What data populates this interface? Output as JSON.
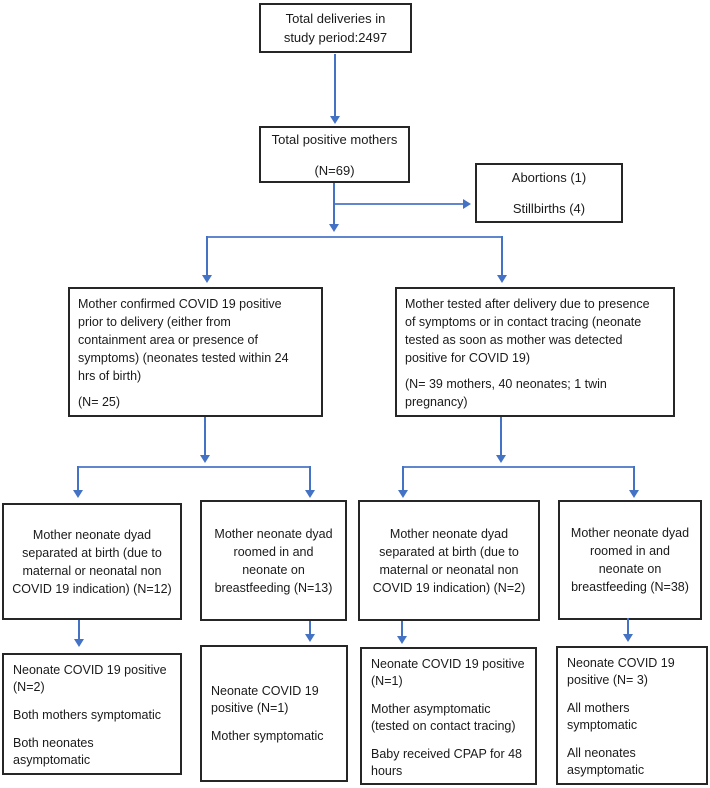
{
  "figure": {
    "type": "flowchart",
    "accent_color": "#4472C4",
    "border_color": "#262626",
    "nodes": {
      "total_deliveries": {
        "lines": [
          "Total deliveries in",
          "study period:2497"
        ]
      },
      "positive_mothers": {
        "lines": [
          "Total positive mothers",
          "(N=69)"
        ]
      },
      "excluded": {
        "lines": [
          "Abortions (1)",
          "Stillbirths (4)"
        ]
      },
      "confirmed_prior": {
        "lines": [
          "Mother confirmed COVID 19 positive",
          "prior to delivery (either from",
          "containment area or presence of",
          "symptoms) (neonates tested within 24",
          "hrs of birth)",
          "",
          "(N= 25)"
        ]
      },
      "tested_after": {
        "lines": [
          "Mother tested after delivery due to presence",
          "of symptoms or in contact tracing (neonate",
          "tested as soon as mother was detected",
          "positive for COVID 19)",
          "",
          "(N= 39 mothers, 40 neonates; 1 twin",
          "pregnancy)"
        ]
      },
      "separated_n12": {
        "lines": [
          "Mother neonate dyad",
          "separated at birth (due to",
          "maternal or neonatal non",
          "COVID 19 indication) (N=12)"
        ]
      },
      "roomed_n13": {
        "lines": [
          "Mother neonate dyad",
          "roomed in and",
          "neonate on",
          "breastfeeding (N=13)"
        ]
      },
      "separated_n2": {
        "lines": [
          "Mother neonate dyad",
          "separated at birth (due to",
          "maternal or neonatal non",
          "COVID 19 indication) (N=2)"
        ]
      },
      "roomed_n38": {
        "lines": [
          "Mother neonate dyad",
          "roomed in and",
          "neonate on",
          "breastfeeding (N=38)"
        ]
      },
      "outcome_separated_n12": {
        "lines": [
          "Neonate COVID 19 positive",
          "(N=2)",
          "",
          "Both mothers symptomatic",
          "",
          "Both neonates",
          "asymptomatic"
        ]
      },
      "outcome_roomed_n13": {
        "lines": [
          "Neonate COVID 19",
          "positive (N=1)",
          "",
          "Mother symptomatic"
        ]
      },
      "outcome_separated_n2": {
        "lines": [
          "Neonate COVID 19 positive",
          "(N=1)",
          "",
          "Mother asymptomatic",
          "(tested on contact tracing)",
          "",
          "Baby received CPAP for 48",
          "hours"
        ]
      },
      "outcome_roomed_n38": {
        "lines": [
          "Neonate COVID 19",
          "positive (N= 3)",
          "",
          "All mothers",
          "symptomatic",
          "",
          "All neonates",
          "asymptomatic"
        ]
      }
    }
  }
}
